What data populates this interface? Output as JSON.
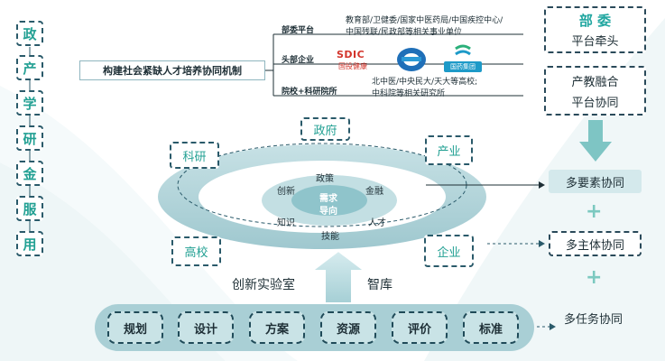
{
  "left_chain": [
    "政",
    "产",
    "学",
    "研",
    "金",
    "服",
    "用"
  ],
  "mechanism": {
    "title": "构建社会紧缺人才培养协同机制",
    "branches": [
      {
        "label": "部委平台",
        "lines": [
          "教育部/卫健委/国家中医药局/中国疾控中心/",
          "中国残联/民政部等相关事业单位"
        ]
      },
      {
        "label": "头部企业",
        "logos": {
          "sdic_en": "SDIC",
          "sdic_cn": "国投健康",
          "guoyao": "国药集团"
        }
      },
      {
        "label": "院校+科研院所",
        "lines": [
          "北中医/中央民大/天大等高校;",
          "中科院等相关研究所"
        ]
      }
    ]
  },
  "right": {
    "ministry_title": "部 委",
    "ministry_sub": "平台牵头",
    "integration_line1": "产教融合",
    "integration_line2": "平台协同",
    "factor": "多要素协同",
    "subject": "多主体协同",
    "task": "多任务协同"
  },
  "ring": {
    "outer": {
      "zhengfu": "政府",
      "keyan": "科研",
      "chanye": "产业",
      "gaoxiao": "高校",
      "qiye": "企业"
    },
    "inner": {
      "zhengce": "政策",
      "chuangxin": "创新",
      "jinrong": "金融",
      "zhishi": "知识",
      "rencai": "人才",
      "jineng": "技能"
    },
    "center_line1": "需求",
    "center_line2": "导向"
  },
  "bottom": {
    "lab": "创新实验室",
    "think_tank": "智库",
    "tasks": [
      "规划",
      "设计",
      "方案",
      "资源",
      "评价",
      "标准"
    ]
  },
  "colors": {
    "teal": "#22a093",
    "ring": "#b7d6dc",
    "dark": "#1e2f36"
  }
}
